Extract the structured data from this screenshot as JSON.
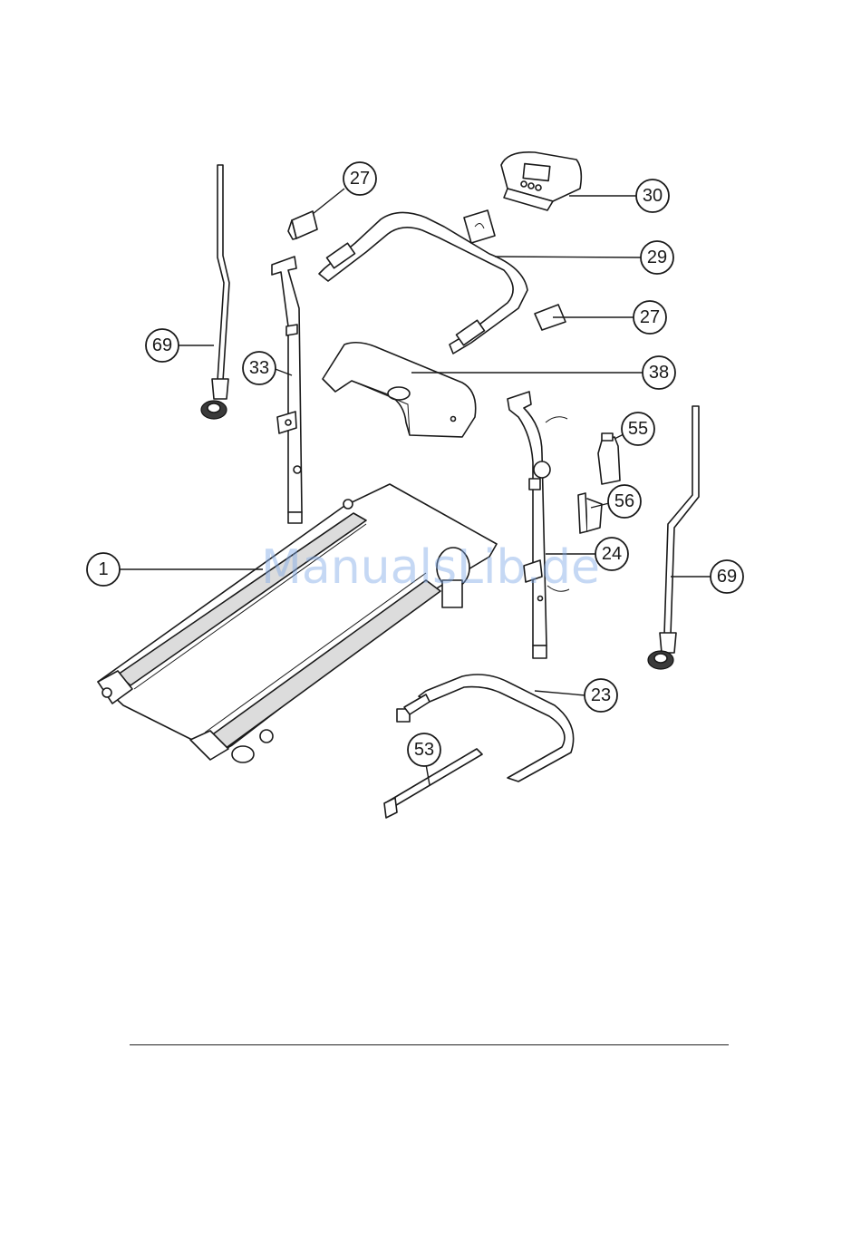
{
  "watermark": "ManualsLib.de",
  "callouts": [
    {
      "id": "c-27a",
      "label": "27"
    },
    {
      "id": "c-30",
      "label": "30"
    },
    {
      "id": "c-29",
      "label": "29"
    },
    {
      "id": "c-27b",
      "label": "27"
    },
    {
      "id": "c-69a",
      "label": "69"
    },
    {
      "id": "c-33",
      "label": "33"
    },
    {
      "id": "c-38",
      "label": "38"
    },
    {
      "id": "c-55",
      "label": "55"
    },
    {
      "id": "c-56",
      "label": "56"
    },
    {
      "id": "c-1",
      "label": "1"
    },
    {
      "id": "c-24",
      "label": "24"
    },
    {
      "id": "c-69b",
      "label": "69"
    },
    {
      "id": "c-23",
      "label": "23"
    },
    {
      "id": "c-53",
      "label": "53"
    }
  ]
}
